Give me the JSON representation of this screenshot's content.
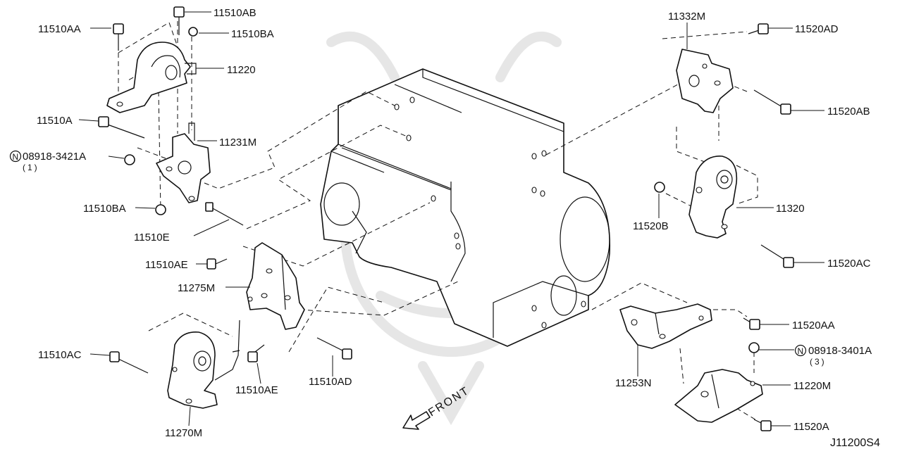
{
  "diagram": {
    "code": "J11200S4",
    "front_label": "FRONT",
    "parts": [
      {
        "id": "11510AA",
        "label": "11510AA"
      },
      {
        "id": "11510AB",
        "label": "11510AB"
      },
      {
        "id": "11510BA_top",
        "label": "11510BA"
      },
      {
        "id": "11220",
        "label": "11220"
      },
      {
        "id": "11510A",
        "label": "11510A"
      },
      {
        "id": "11231M",
        "label": "11231M"
      },
      {
        "id": "n08918-3421A",
        "label": "08918-3421A",
        "qty": "(1)"
      },
      {
        "id": "11510BA_low",
        "label": "11510BA"
      },
      {
        "id": "11510E",
        "label": "11510E"
      },
      {
        "id": "11510AE_top",
        "label": "11510AE"
      },
      {
        "id": "11275M",
        "label": "11275M"
      },
      {
        "id": "11510AC",
        "label": "11510AC"
      },
      {
        "id": "11510AE_low",
        "label": "11510AE"
      },
      {
        "id": "11510AD",
        "label": "11510AD"
      },
      {
        "id": "11270M",
        "label": "11270M"
      },
      {
        "id": "11332M",
        "label": "11332M"
      },
      {
        "id": "11520AD",
        "label": "11520AD"
      },
      {
        "id": "11520AB",
        "label": "11520AB"
      },
      {
        "id": "11320",
        "label": "11320"
      },
      {
        "id": "11520B",
        "label": "11520B"
      },
      {
        "id": "11520AC",
        "label": "11520AC"
      },
      {
        "id": "11520AA",
        "label": "11520AA"
      },
      {
        "id": "n08918-3401A",
        "label": "08918-3401A",
        "qty": "(3)"
      },
      {
        "id": "11253N",
        "label": "11253N"
      },
      {
        "id": "11220M",
        "label": "11220M"
      },
      {
        "id": "11520A",
        "label": "11520A"
      }
    ],
    "nut_marker": "N"
  }
}
